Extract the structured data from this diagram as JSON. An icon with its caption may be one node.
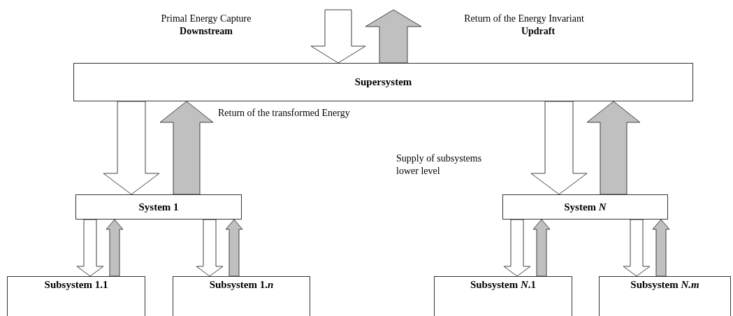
{
  "diagram": {
    "nodes": [
      {
        "text": [
          "Supersystem"
        ]
      },
      {
        "text": [
          "System 1"
        ]
      },
      {
        "text": [
          "System *N*"
        ]
      },
      {
        "text": [
          "Subsystem 1.1"
        ]
      },
      {
        "text": [
          "Subsystem 1.*n*"
        ]
      },
      {
        "text": [
          "Subsystem *N*.1"
        ]
      },
      {
        "text": [
          "Subsystem *N.m*"
        ]
      }
    ],
    "edges": [
      {
        "from": null,
        "to": 0,
        "arrow": "to"
      },
      {
        "from": 0,
        "to": null,
        "arrow": "to",
        "color": "#c0c0c0"
      },
      {
        "from": 0,
        "to": 1,
        "arrow": "to"
      },
      {
        "from": 1,
        "to": 0,
        "arrow": "to",
        "color": "#c0c0c0"
      },
      {
        "from": 0,
        "to": 2,
        "arrow": "to"
      },
      {
        "from": 2,
        "to": 0,
        "arrow": "to",
        "color": "#c0c0c0"
      },
      {
        "from": 1,
        "to": 3,
        "arrow": "to"
      },
      {
        "from": 3,
        "to": 1,
        "arrow": "to",
        "color": "#c0c0c0"
      },
      {
        "from": 1,
        "to": 4,
        "arrow": "to"
      },
      {
        "from": 4,
        "to": 1,
        "arrow": "to",
        "color": "#c0c0c0"
      },
      {
        "from": 2,
        "to": 5,
        "arrow": "to"
      },
      {
        "from": 5,
        "to": 2,
        "arrow": "to",
        "color": "#c0c0c0"
      },
      {
        "from": 2,
        "to": 6,
        "arrow": "to"
      },
      {
        "from": 6,
        "to": 2,
        "arrow": "to",
        "color": "#c0c0c0"
      }
    ],
    "labels": [
      "Primal Energy Capture",
      "Downstream",
      "Return of the Energy Invariant",
      "Updraft",
      "Return of the transformed Energy",
      "Supply of subsystems lower level"
    ]
  }
}
